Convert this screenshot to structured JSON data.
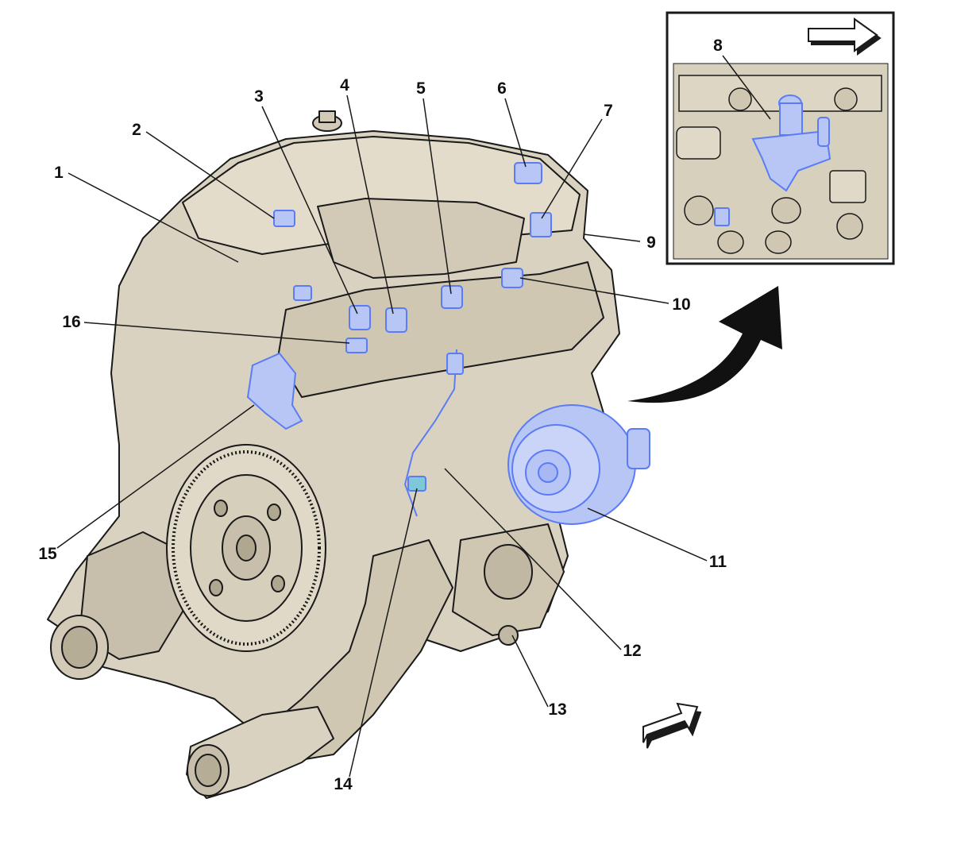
{
  "colors": {
    "engine_fill": "#d9d2c0",
    "engine_shade": "#c7bfab",
    "inset_bg": "#d7d0bd",
    "highlight": "#5b7cf5",
    "line": "#1a1a1a"
  },
  "diagram": {
    "callouts": [
      {
        "number": "1"
      },
      {
        "number": "2"
      },
      {
        "number": "3"
      },
      {
        "number": "4"
      },
      {
        "number": "5"
      },
      {
        "number": "6"
      },
      {
        "number": "7"
      },
      {
        "number": "8"
      },
      {
        "number": "9"
      },
      {
        "number": "10"
      },
      {
        "number": "11"
      },
      {
        "number": "12"
      },
      {
        "number": "13"
      },
      {
        "number": "14"
      },
      {
        "number": "15"
      },
      {
        "number": "16"
      }
    ],
    "icons": [
      "direction-arrow-icon",
      "curved-arrow-icon"
    ]
  }
}
